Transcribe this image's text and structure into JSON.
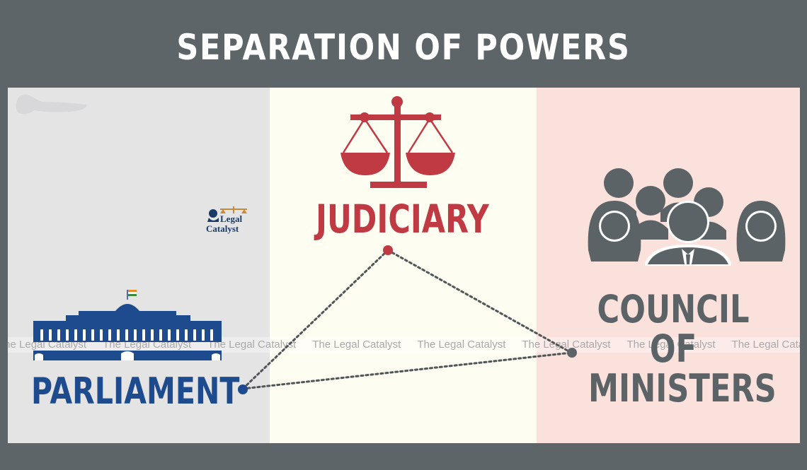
{
  "title": "SEPARATION OF POWERS",
  "nodes": {
    "judiciary": "JUDICIARY",
    "parliament": "PARLIAMENT",
    "council_line1": "COUNCIL OF",
    "council_line2": "MINISTERS"
  },
  "logo": {
    "line1": "Legal",
    "line2": "Catalyst"
  },
  "watermark_text": "The Legal Catalyst",
  "colors": {
    "background": "#5e6568",
    "panel_left": "#e4e4e5",
    "panel_mid": "#fdfdf1",
    "panel_right": "#fbe1dc",
    "judiciary": "#c03a44",
    "parliament": "#1d4b8e",
    "council": "#5c6366"
  },
  "icons": [
    "scales-of-justice-icon",
    "parliament-building-icon",
    "people-group-icon",
    "indian-flag-icon"
  ]
}
